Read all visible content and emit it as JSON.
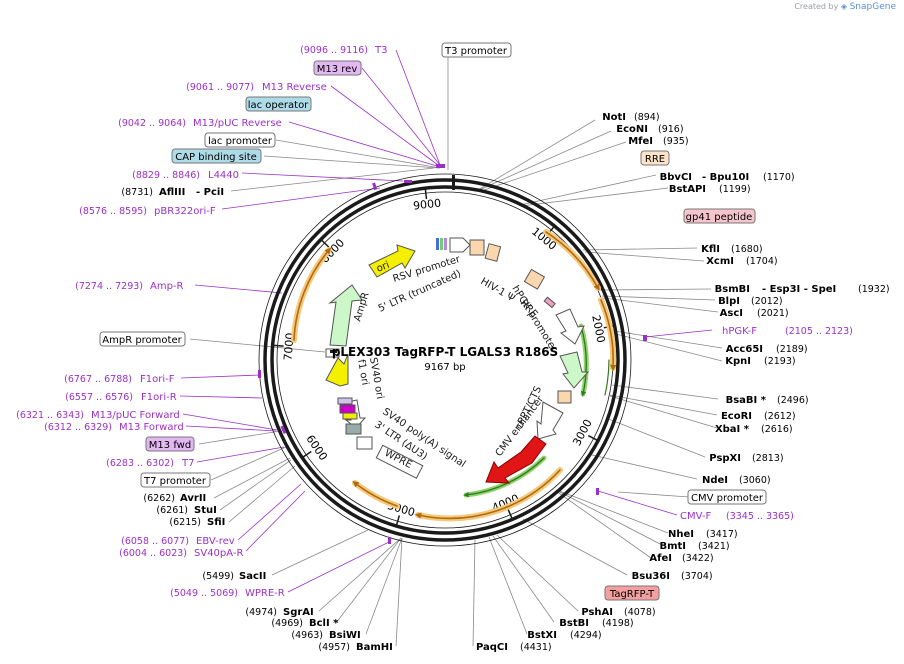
{
  "watermark": {
    "created_by": "Created by",
    "brand": "SnapGene"
  },
  "plasmid": {
    "name": "pLEX303 TagRFP-T LGALS3 R186S",
    "size": "9167 bp"
  },
  "ticks": [
    "1000",
    "2000",
    "3000",
    "4000",
    "5000",
    "6000",
    "7000",
    "8000",
    "9000"
  ],
  "colors": {
    "purple": "#9b30c8",
    "orange": "#e99a2a",
    "green": "#2f9a1e"
  },
  "inner_labels": {
    "rsv": "RSV promoter",
    "ltr5": "5' LTR (truncated)",
    "ori": "ori",
    "ampr": "AmpR",
    "hiv": "HIV-1 Ψ",
    "rre_s": "RRE",
    "hpgk": "hPGK promoter",
    "cppt": "cPPT/CTS",
    "cmv": "CMV enhancer",
    "sv40ori": "SV40 ori",
    "f1": "f1 ori",
    "sv40pa": "SV40 poly(A) signal",
    "ltr3": "3' LTR (ΔU3)",
    "wpre": "WPRE"
  },
  "enzymes": [
    {
      "name": "NotI",
      "pos": "(894)"
    },
    {
      "name": "EcoNI",
      "pos": "(916)"
    },
    {
      "name": "MfeI",
      "pos": "(935)"
    },
    {
      "name": "BbvCI",
      "extra": "- Bpu10I",
      "pos": "(1170)"
    },
    {
      "name": "BstAPI",
      "pos": "(1199)"
    },
    {
      "name": "KflI",
      "pos": "(1680)"
    },
    {
      "name": "XcmI",
      "pos": "(1704)"
    },
    {
      "name": "BsmBI",
      "extra": "- Esp3I   - SpeI",
      "pos": "(1932)"
    },
    {
      "name": "BlpI",
      "pos": "(2012)"
    },
    {
      "name": "AscI",
      "pos": "(2021)"
    },
    {
      "name": "Acc65I",
      "pos": "(2189)"
    },
    {
      "name": "KpnI",
      "pos": "(2193)"
    },
    {
      "name": "BsaBI *",
      "pos": "(2496)"
    },
    {
      "name": "EcoRI",
      "pos": "(2612)"
    },
    {
      "name": "XbaI *",
      "pos": "(2616)"
    },
    {
      "name": "PspXI",
      "pos": "(2813)"
    },
    {
      "name": "NdeI",
      "pos": "(3060)"
    },
    {
      "name": "NheI",
      "pos": "(3417)"
    },
    {
      "name": "BmtI",
      "pos": "(3421)"
    },
    {
      "name": "AfeI",
      "pos": "(3422)"
    },
    {
      "name": "Bsu36I",
      "pos": "(3704)"
    },
    {
      "name": "PshAI",
      "pos": "(4078)"
    },
    {
      "name": "BstBI",
      "pos": "(4198)"
    },
    {
      "name": "BstXI",
      "pos": "(4294)"
    },
    {
      "name": "PaqCI",
      "pos": "(4431)"
    },
    {
      "name": "BamHI",
      "pos": "(4957)"
    },
    {
      "name": "BsiWI",
      "pos": "(4963)"
    },
    {
      "name": "BclI *",
      "pos": "(4969)"
    },
    {
      "name": "SgrAI",
      "pos": "(4974)"
    },
    {
      "name": "SacII",
      "pos": "(5499)"
    },
    {
      "name": "SfiI",
      "pos": "(6215)"
    },
    {
      "name": "StuI",
      "pos": "(6261)"
    },
    {
      "name": "AvrII",
      "pos": "(6262)"
    },
    {
      "name": "AflIII",
      "extra": "- PciI",
      "pos": "(8731)"
    }
  ],
  "primers": [
    {
      "range": "(9096 .. 9116)",
      "name": "T3"
    },
    {
      "range": "(9061 .. 9077)",
      "name": "M13 Reverse"
    },
    {
      "range": "(9042 .. 9064)",
      "name": "M13/pUC Reverse"
    },
    {
      "range": "(8829 .. 8846)",
      "name": "L4440"
    },
    {
      "range": "(8576 .. 8595)",
      "name": "pBR322ori-F"
    },
    {
      "range": "(7274 .. 7293)",
      "name": "Amp-R"
    },
    {
      "range": "(6767 .. 6788)",
      "name": "F1ori-F"
    },
    {
      "range": "(6557 .. 6576)",
      "name": "F1ori-R"
    },
    {
      "range": "(6321 .. 6343)",
      "name": "M13/pUC Forward"
    },
    {
      "range": "(6312 .. 6329)",
      "name": "M13 Forward"
    },
    {
      "range": "(6283 .. 6302)",
      "name": "T7"
    },
    {
      "range": "(6058 .. 6077)",
      "name": "EBV-rev"
    },
    {
      "range": "(6004 .. 6023)",
      "name": "SV40pA-R"
    },
    {
      "range": "(5049 .. 5069)",
      "name": "WPRE-R"
    },
    {
      "range": "(2105 .. 2123)",
      "name": "hPGK-F"
    },
    {
      "range": "(3345 .. 3365)",
      "name": "CMV-F"
    }
  ],
  "feature_boxes": [
    {
      "label": "T3 promoter"
    },
    {
      "label": "M13 rev"
    },
    {
      "label": "lac operator"
    },
    {
      "label": "lac promoter"
    },
    {
      "label": "CAP binding site"
    },
    {
      "label": "RRE"
    },
    {
      "label": "gp41 peptide"
    },
    {
      "label": "AmpR promoter"
    },
    {
      "label": "M13 fwd"
    },
    {
      "label": "T7 promoter"
    },
    {
      "label": "CMV promoter"
    },
    {
      "label": "TagRFP-T"
    }
  ]
}
